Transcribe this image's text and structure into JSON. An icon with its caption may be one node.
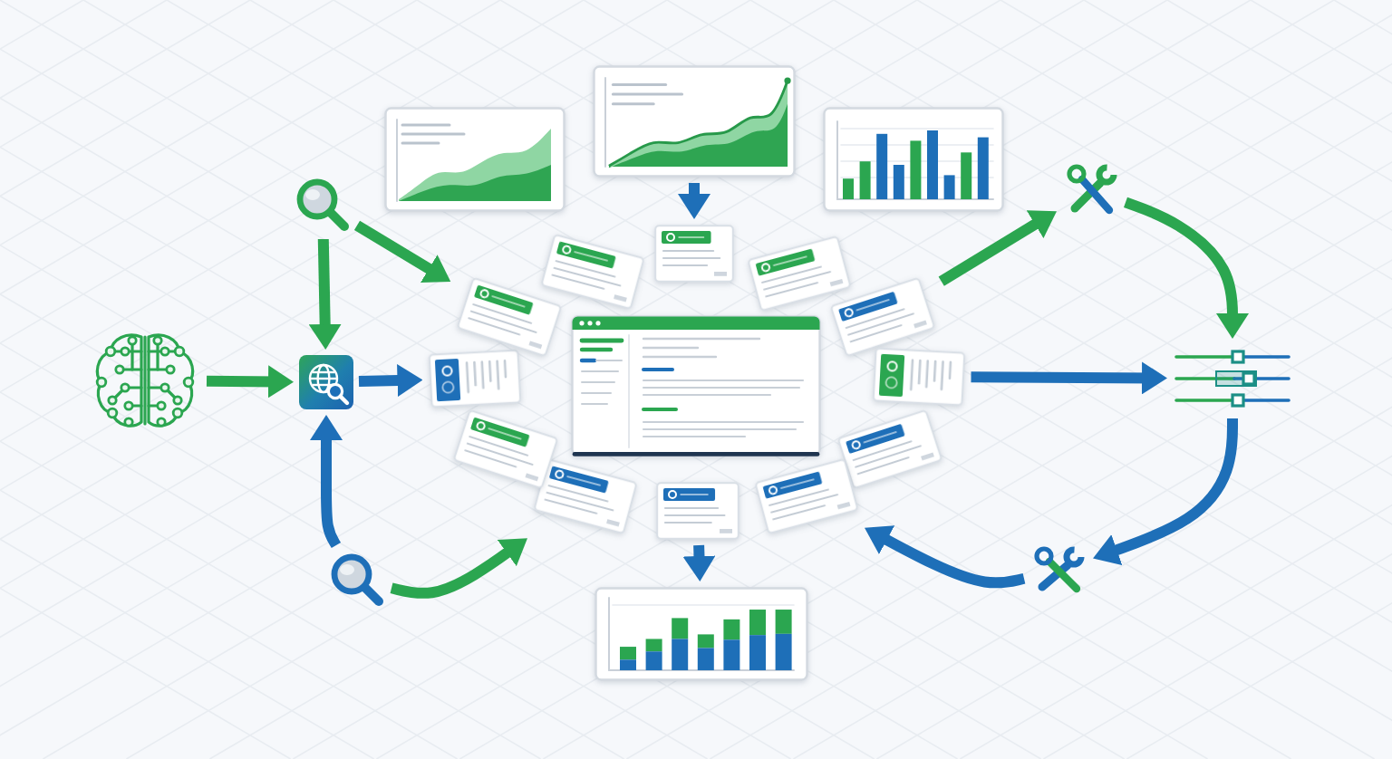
{
  "diagram": {
    "nodes": [
      {
        "text": [],
        "shape": "picture"
      },
      {
        "text": [],
        "shape": "picture"
      },
      {
        "text": [],
        "shape": "picture"
      },
      {
        "text": [],
        "shape": "picture"
      },
      {
        "text": [],
        "shape": "picture"
      },
      {
        "text": [],
        "shape": "picture"
      },
      {
        "text": [],
        "shape": "picture"
      },
      {
        "text": [],
        "shape": "picture"
      },
      {
        "text": [],
        "shape": "picture"
      },
      {
        "text": [],
        "shape": "picture"
      },
      {
        "text": [],
        "shape": "picture"
      },
      {
        "text": [],
        "shape": "picture"
      },
      {
        "text": [],
        "shape": "picture"
      },
      {
        "text": [],
        "shape": "picture"
      },
      {
        "text": [],
        "shape": "picture"
      },
      {
        "text": [],
        "shape": "picture"
      },
      {
        "text": [],
        "shape": "picture"
      },
      {
        "text": [],
        "shape": "picture"
      },
      {
        "text": [],
        "shape": "picture"
      },
      {
        "text": [],
        "shape": "picture"
      },
      {
        "text": [],
        "shape": "picture"
      },
      {
        "text": [],
        "shape": "picture"
      },
      {
        "text": [],
        "shape": "picture"
      },
      {
        "text": [],
        "shape": "picture"
      }
    ],
    "edges": [
      {
        "from": 0,
        "to": 1,
        "arrow": "to",
        "color": "#2ba650"
      },
      {
        "from": 2,
        "to": 1,
        "arrow": "to",
        "color": "#2ba650"
      },
      {
        "from": 3,
        "to": 1,
        "arrow": "to",
        "color": "#1e6fb8"
      },
      {
        "from": 1,
        "to": 8,
        "arrow": "to",
        "color": "#1e6fb8"
      },
      {
        "from": 2,
        "to": 9,
        "arrow": "to",
        "color": "#2ba650"
      },
      {
        "from": 3,
        "to": 18,
        "arrow": "to",
        "color": "#2ba650"
      },
      {
        "from": 5,
        "to": 11,
        "arrow": "to",
        "color": "#1e6fb8"
      },
      {
        "from": 13,
        "to": 20,
        "arrow": "to",
        "color": "#2ba650"
      },
      {
        "from": 20,
        "to": 21,
        "arrow": "to",
        "color": "#2ba650"
      },
      {
        "from": 14,
        "to": 21,
        "arrow": "to",
        "color": "#1e6fb8"
      },
      {
        "from": 21,
        "to": 22,
        "arrow": "to",
        "color": "#1e6fb8"
      },
      {
        "from": 22,
        "to": 16,
        "arrow": "to",
        "color": "#1e6fb8"
      },
      {
        "from": 17,
        "to": 23,
        "arrow": "to",
        "color": "#1e6fb8"
      }
    ]
  }
}
